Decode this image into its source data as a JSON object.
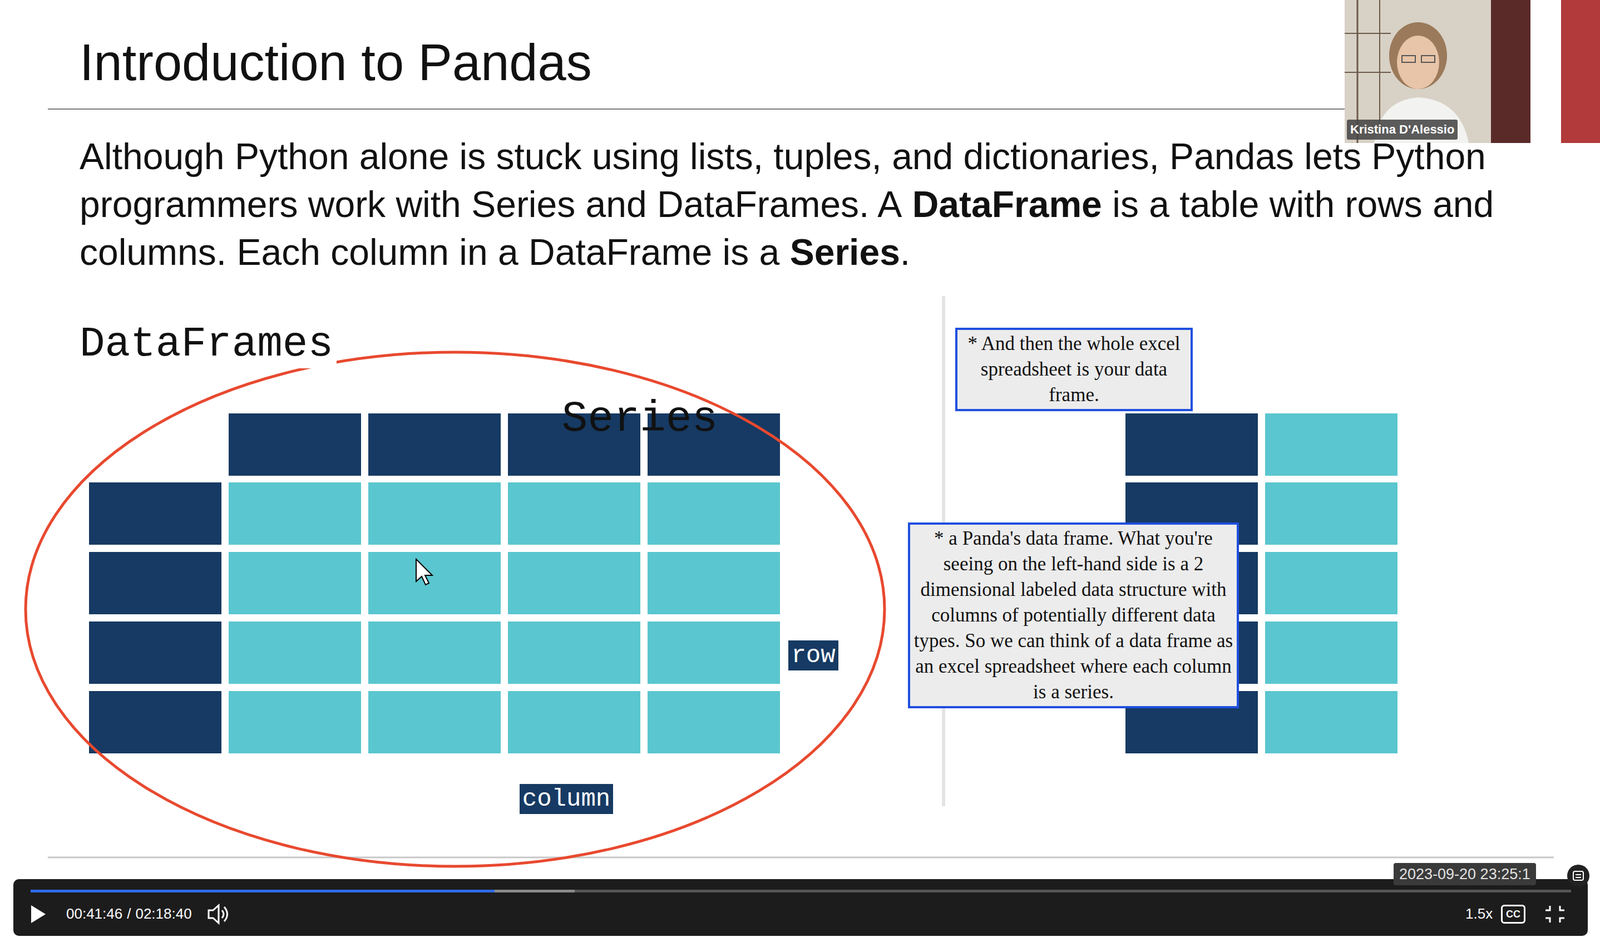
{
  "diagram": {
    "title": "Introduction to Pandas",
    "nodes": [
      {
        "text": [
          "Kristina D'Alessio"
        ]
      },
      {
        "text": [
          "* And then the whole excel spreadsheet is your data frame."
        ]
      },
      {
        "text": [
          "* a Panda's data frame. What you're seeing on the left-hand side is a 2 dimensional labeled data structure with columns of potentially different data types. So we can think of a data frame as an excel spreadsheet where each column is a series."
        ]
      },
      {
        "text": [
          "row"
        ]
      },
      {
        "text": [
          "column"
        ]
      },
      {
        "text": [
          "2023-09-20 23:25:1"
        ]
      },
      {
        "text": [
          "CC"
        ]
      }
    ],
    "labels": [
      "Although Python alone is stuck using lists, tuples, and dictionaries, Pandas lets Python programmers work with Series and DataFrames. A",
      "DataFrame",
      "is a table with rows and columns. Each column in a DataFrame is a",
      "Series",
      ".",
      "DataFrames",
      "Series",
      "00:41:46",
      "/",
      "02:18:40",
      "1.5x"
    ]
  }
}
